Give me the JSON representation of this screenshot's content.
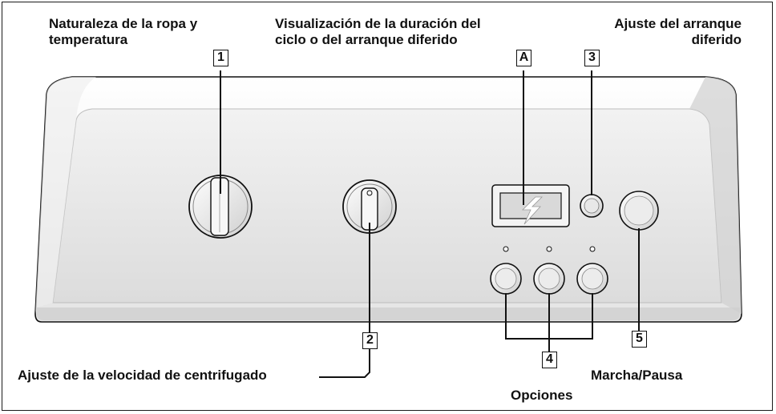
{
  "labels": {
    "clothing_nature": [
      "Naturaleza de la ropa y",
      "temperatura"
    ],
    "display_label": [
      "Visualización de la duración del",
      "ciclo o del arranque diferido"
    ],
    "delayed_start": [
      "Ajuste del arranque",
      "diferido"
    ],
    "spin_speed": "Ajuste de la velocidad de centrifugado",
    "start_pause": "Marcha/Pausa",
    "options": "Opciones"
  },
  "callouts": {
    "c1": "1",
    "cA": "A",
    "c3": "3",
    "c2": "2",
    "c4": "4",
    "c5": "5"
  },
  "colors": {
    "panel_face": "#e6e6e6",
    "panel_shadow": "#c4c4c4",
    "outline": "#111111",
    "display_bolt": "#ffffff"
  }
}
